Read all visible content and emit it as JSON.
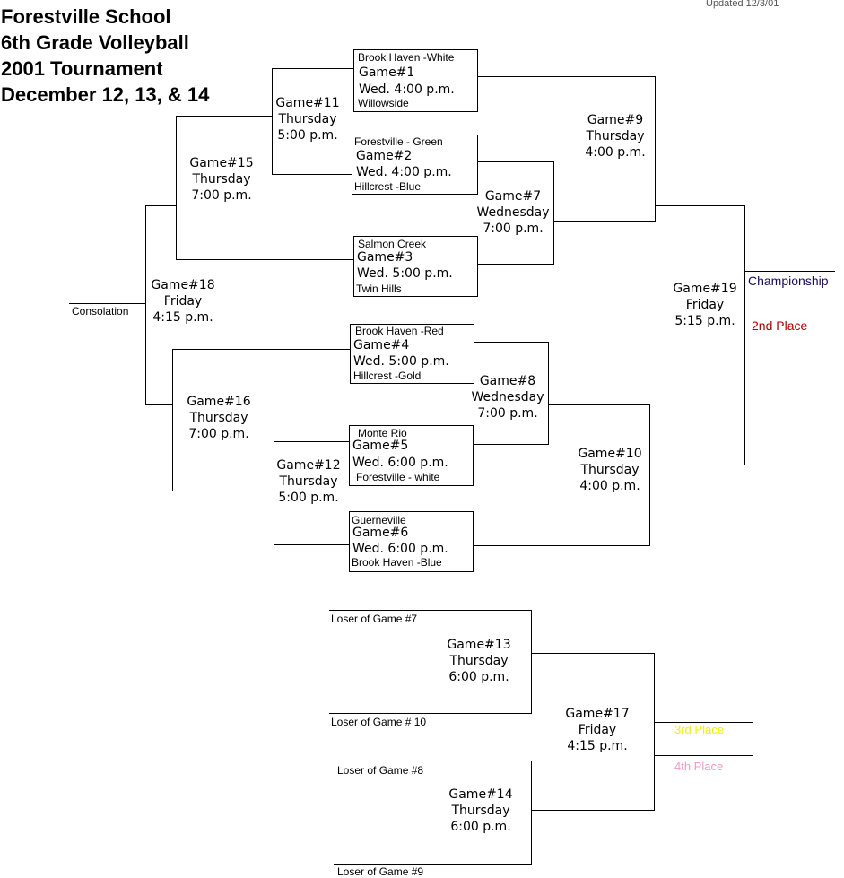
{
  "header": {
    "title_lines": [
      "Forestville School",
      "6th Grade Volleyball",
      "2001 Tournament",
      "December 12, 13, & 14"
    ],
    "updated": "Updated 12/3/01"
  },
  "boxes": {
    "g1": {
      "top": "Brook Haven -White",
      "game": "Game#1",
      "time": "Wed. 4:00 p.m.",
      "bottom": "Willowside"
    },
    "g2": {
      "top": "Forestville - Green",
      "game": "Game#2",
      "time": "Wed. 4:00 p.m.",
      "bottom": "Hillcrest -Blue"
    },
    "g3": {
      "top": "Salmon Creek",
      "game": "Game#3",
      "time": "Wed. 5:00 p.m.",
      "bottom": "Twin Hills"
    },
    "g4": {
      "top": "Brook Haven -Red",
      "game": "Game#4",
      "time": "Wed. 5:00 p.m.",
      "bottom": "Hillcrest -Gold"
    },
    "g5": {
      "top": "Monte Rio",
      "game": "Game#5",
      "time": "Wed. 6:00 p.m.",
      "bottom": "Forestville - white"
    },
    "g6": {
      "top": "Guerneville",
      "game": "Game#6",
      "time": "Wed. 6:00 p.m.",
      "bottom": "Brook Haven -Blue"
    }
  },
  "games": {
    "g7": [
      "Game#7",
      "Wednesday",
      "7:00 p.m."
    ],
    "g8": [
      "Game#8",
      "Wednesday",
      "7:00 p.m."
    ],
    "g9": [
      "Game#9",
      "Thursday",
      "4:00 p.m."
    ],
    "g10": [
      "Game#10",
      "Thursday",
      "4:00 p.m."
    ],
    "g11": [
      "Game#11",
      "Thursday",
      "5:00 p.m."
    ],
    "g12": [
      "Game#12",
      "Thursday",
      "5:00 p.m."
    ],
    "g13": [
      "Game#13",
      "Thursday",
      "6:00 p.m."
    ],
    "g14": [
      "Game#14",
      "Thursday",
      "6:00 p.m."
    ],
    "g15": [
      "Game#15",
      "Thursday",
      "7:00 p.m."
    ],
    "g16": [
      "Game#16",
      "Thursday",
      "7:00 p.m."
    ],
    "g17": [
      "Game#17",
      "Friday",
      "4:15 p.m."
    ],
    "g18": [
      "Game#18",
      "Friday",
      "4:15 p.m."
    ],
    "g19": [
      "Game#19",
      "Friday",
      "5:15 p.m."
    ]
  },
  "labels": {
    "consolation": "Consolation",
    "championship": "Championship",
    "second_place": "2nd Place",
    "third_place": "3rd Place",
    "fourth_place": "4th Place",
    "loser7": "Loser of Game #7",
    "loser10": "Loser of Game # 10",
    "loser8": "Loser of Game #8",
    "loser9": "Loser of Game #9"
  },
  "colors": {
    "championship": "#1a0a5e",
    "second_place": "#b00000",
    "third_place": "#f2f200",
    "fourth_place": "#f39ac6"
  }
}
